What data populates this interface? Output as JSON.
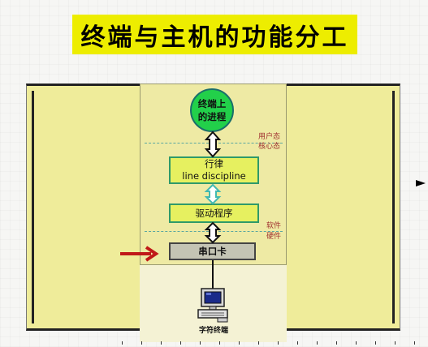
{
  "title": "终端与主机的功能分工",
  "diagram": {
    "process_node": {
      "line1": "终端上",
      "line2": "的进程"
    },
    "line_discipline": {
      "line1": "行律",
      "line2": "line discipline"
    },
    "driver": {
      "label": "驱动程序"
    },
    "serial_card": {
      "label": "串口卡"
    },
    "boundaries": {
      "user_state": "用户态",
      "kernel_state": "核心态",
      "software": "软件",
      "hardware": "硬件"
    },
    "terminal_label": "字符终端"
  },
  "colors": {
    "title_bg": "#eded00",
    "panel_bg": "#efec9a",
    "node_green": "#22d04a",
    "box_yellow": "#e6f060",
    "box_border": "#2f9a6a",
    "serial_gray": "#c4c4b4",
    "accent_red": "#c01818",
    "label_red": "#a03030",
    "double_arrow_teal": "#43b9b0"
  },
  "icons": {
    "pointer": "red-right-arrow-icon",
    "terminal": "computer-terminal-icon",
    "nav": "triangle-right-icon"
  }
}
